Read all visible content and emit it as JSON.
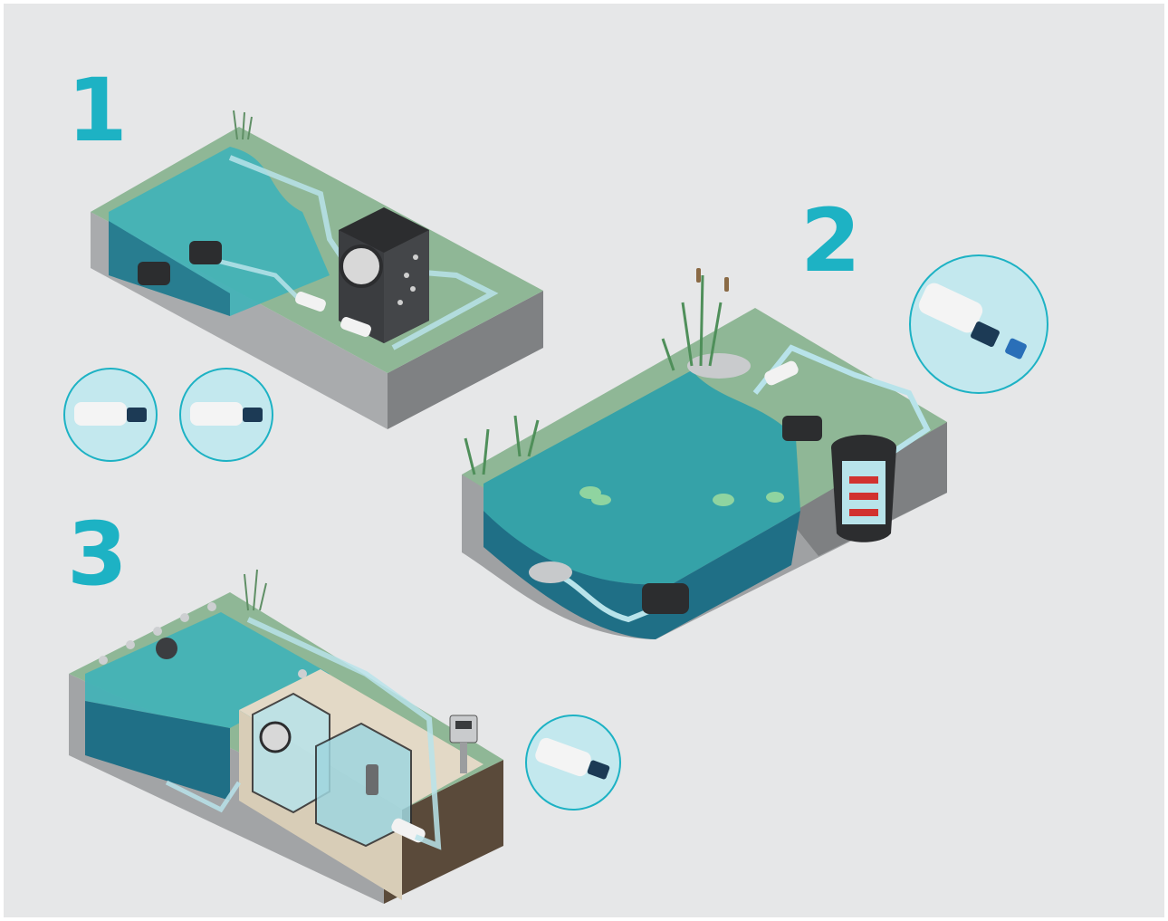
{
  "labels": {
    "step1": "1",
    "step2": "2",
    "step3": "3"
  },
  "palette": {
    "background": "#e6e7e8",
    "accent": "#1db2c4",
    "grass": "#8fb796",
    "water": "#35a2a8",
    "deep_water": "#1f6f86",
    "soil_side": "#a8aaac",
    "soil_dark": "#7e8082",
    "equipment": "#2c2d2f",
    "hose": "#b8e3ea"
  },
  "icons": [
    "filter-box-icon",
    "pump-icon",
    "uv-clarifier-icon",
    "pressure-filter-icon",
    "skimmer-icon",
    "controller-icon",
    "hose-connector-icon"
  ]
}
